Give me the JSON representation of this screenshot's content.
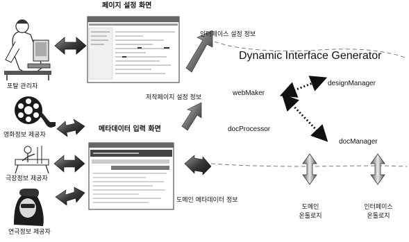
{
  "screens": {
    "page_setup_title": "페이지 설정 화면",
    "metadata_input_title": "메타데이터 입력 화면"
  },
  "actors": {
    "portal_admin": "포탈 관리자",
    "movie_provider": "영화정보 제공자",
    "theater_provider": "극장정보 제공자",
    "actor_provider": "연극정보 제공자"
  },
  "flows": {
    "interface_setting_info": "인터페이스 설정 정보",
    "authored_page_setting_info": "저작페이지 설정 정보",
    "domain_metadata_info": "도메인 메타데이터 정보"
  },
  "system": {
    "title": "Dynamic Interface Generator",
    "webmaker": "webMaker",
    "docprocessor": "docProcessor",
    "designmanager": "designManager",
    "docmanager": "docManager",
    "domain_ontology_line1": "도메인",
    "domain_ontology_line2": "온톨로지",
    "interface_ontology_line1": "인터페이스",
    "interface_ontology_line2": "온톨로지"
  },
  "colors": {
    "arrow_dark": "#1e1e1e",
    "arrow_mid": "#8a8a8a",
    "screenshot_border": "#555555"
  }
}
